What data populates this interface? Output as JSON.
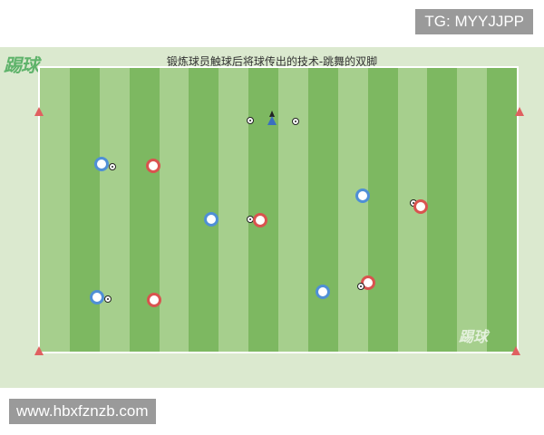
{
  "badges": {
    "telegram": "TG: MYYJJPP",
    "website": "www.hbxfznzb.com"
  },
  "diagram": {
    "logo": "踢球",
    "title": "锻炼球员触球后将球传出的技术-跳舞的双脚",
    "watermark": "踢球"
  },
  "colors": {
    "pitch_dark": "#7db861",
    "pitch_light": "#a6cf8d",
    "player_blue": "#4f8fd6",
    "player_red": "#d9534f",
    "corner_cone": "#e06060",
    "marker_cone": "#3a6fc0"
  },
  "pitch": {
    "stripe_count": 16,
    "corner_markers": 4
  }
}
